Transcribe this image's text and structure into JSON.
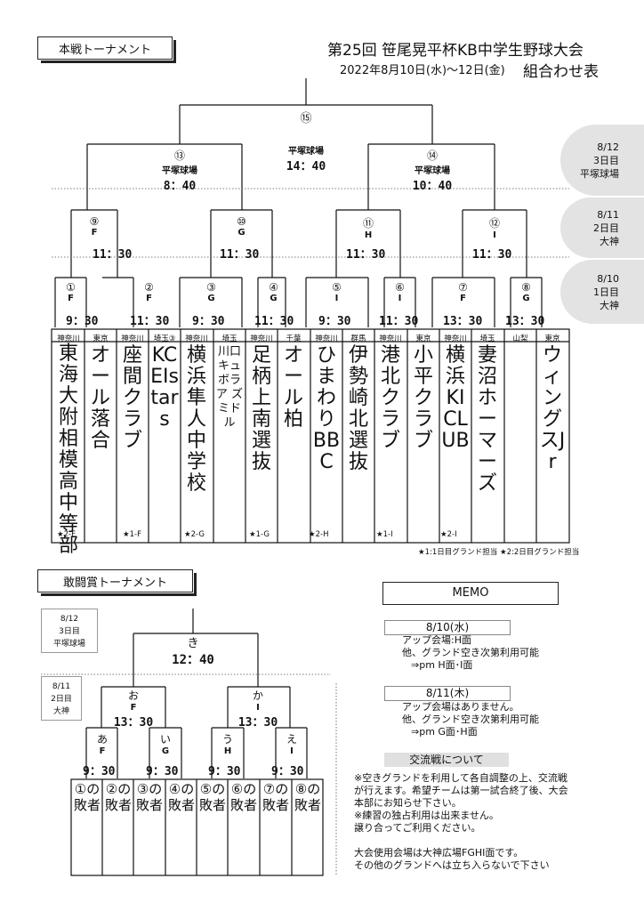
{
  "header": {
    "main_label": "本戦トーナメント",
    "title": "第25回 笹尾晃平杯KB中学生野球大会",
    "dates": "2022年8月10日(水)～12日(金)",
    "subtitle": "組合わせ表"
  },
  "side_labels": [
    {
      "date": "8/12",
      "day": "3日目",
      "place": "平塚球場"
    },
    {
      "date": "8/11",
      "day": "2日目",
      "place": "大神"
    },
    {
      "date": "8/10",
      "day": "1日目",
      "place": "大神"
    }
  ],
  "main_final": {
    "num": "⑮",
    "place": "平塚球場",
    "time": "14：40"
  },
  "main_semis": [
    {
      "num": "⑬",
      "place": "平塚球場",
      "time": "8：40"
    },
    {
      "num": "⑭",
      "place": "平塚球場",
      "time": "10：40"
    }
  ],
  "main_quarters": [
    {
      "num": "⑨",
      "field": "F",
      "time": "11：30"
    },
    {
      "num": "⑩",
      "field": "G",
      "time": "11：30"
    },
    {
      "num": "⑪",
      "field": "H",
      "time": "11：30"
    },
    {
      "num": "⑫",
      "field": "I",
      "time": "11：30"
    }
  ],
  "main_first": [
    {
      "num": "①",
      "field": "F",
      "time": "9：30"
    },
    {
      "num": "②",
      "field": "F",
      "time": "11：30"
    },
    {
      "num": "③",
      "field": "G",
      "time": "9：30"
    },
    {
      "num": "④",
      "field": "G",
      "time": "11：30"
    },
    {
      "num": "⑤",
      "field": "I",
      "time": "9：30"
    },
    {
      "num": "⑥",
      "field": "I",
      "time": "11：30"
    },
    {
      "num": "⑦",
      "field": "F",
      "time": "13：30"
    },
    {
      "num": "⑧",
      "field": "G",
      "time": "13：30"
    }
  ],
  "teams": [
    {
      "pref": "神奈川",
      "name": "東海大附相模高中等部",
      "star": "★2-F"
    },
    {
      "pref": "東京",
      "name": "オール落合",
      "star": ""
    },
    {
      "pref": "神奈川",
      "name": "座間クラブ",
      "star": "★1-F"
    },
    {
      "pref": "埼玉③",
      "name": "KCEIstars",
      "star": ""
    },
    {
      "pref": "神奈川",
      "name": "横浜隼人中学校",
      "star": "★2-G"
    },
    {
      "pref": "埼玉",
      "name": "川口キュ ボラア ズミドル",
      "star": ""
    },
    {
      "pref": "神奈川",
      "name": "足柄上南選抜",
      "star": "★1-G"
    },
    {
      "pref": "千葉",
      "name": "オール柏",
      "star": ""
    },
    {
      "pref": "神奈川",
      "name": "ひまわりBBC",
      "star": "★2-H"
    },
    {
      "pref": "群馬",
      "name": "伊勢崎北選抜",
      "star": ""
    },
    {
      "pref": "神奈川",
      "name": "港北クラブ",
      "star": "★1-I"
    },
    {
      "pref": "東京",
      "name": "小平クラブ",
      "star": ""
    },
    {
      "pref": "神奈川",
      "name": "横浜KICLUB",
      "star": "★2-I"
    },
    {
      "pref": "埼玉",
      "name": "妻沼ホーマーズ",
      "star": ""
    },
    {
      "pref": "山梨",
      "name": "",
      "star": ""
    },
    {
      "pref": "東京",
      "name": "ウィングスJr",
      "star": ""
    }
  ],
  "legend": "★1:1日目グランド担当 ★2:2日目グランド担当",
  "consolation": {
    "label": "敢闘賞トーナメント",
    "box_day3": {
      "date": "8/12",
      "day": "3日目",
      "place": "平塚球場"
    },
    "box_day2": {
      "date": "8/11",
      "day": "2日目",
      "place": "大神"
    },
    "final": {
      "num": "き",
      "time": "12：40"
    },
    "semis": [
      {
        "num": "お",
        "field": "F",
        "time": "13：30"
      },
      {
        "num": "か",
        "field": "I",
        "time": "13：30"
      }
    ],
    "first": [
      {
        "num": "あ",
        "field": "F",
        "time": "9：30"
      },
      {
        "num": "い",
        "field": "G",
        "time": "9：30"
      },
      {
        "num": "う",
        "field": "H",
        "time": "9：30"
      },
      {
        "num": "え",
        "field": "I",
        "time": "9：30"
      }
    ],
    "losers": [
      "①の敗者",
      "②の敗者",
      "③の敗者",
      "④の敗者",
      "⑤の敗者",
      "⑥の敗者",
      "⑦の敗者",
      "⑧の敗者"
    ]
  },
  "memo": {
    "title": "MEMO",
    "d1_date": "8/10(水)",
    "d1_lines": [
      "アップ会場:H面",
      "他、グランド空き次第利用可能",
      "⇒pm H面･I面"
    ],
    "d2_date": "8/11(木)",
    "d2_lines": [
      "アップ会場はありません。",
      "他、グランド空き次第利用可能",
      "⇒pm G面･H面"
    ],
    "exchange_title": "交流戦について",
    "exchange_lines": [
      "※空きグランドを利用して各自調整の上、交流戦",
      "が行えます。希望チームは第一試合終了後、大会",
      "本部にお知らせ下さい。",
      "※練習の独占利用は出来ません。",
      "譲り合ってご利用ください。"
    ],
    "venue_lines": [
      "大会使用会場は大神広場FGHI面です。",
      "その他のグランドへは立ち入らないで下さい"
    ]
  }
}
